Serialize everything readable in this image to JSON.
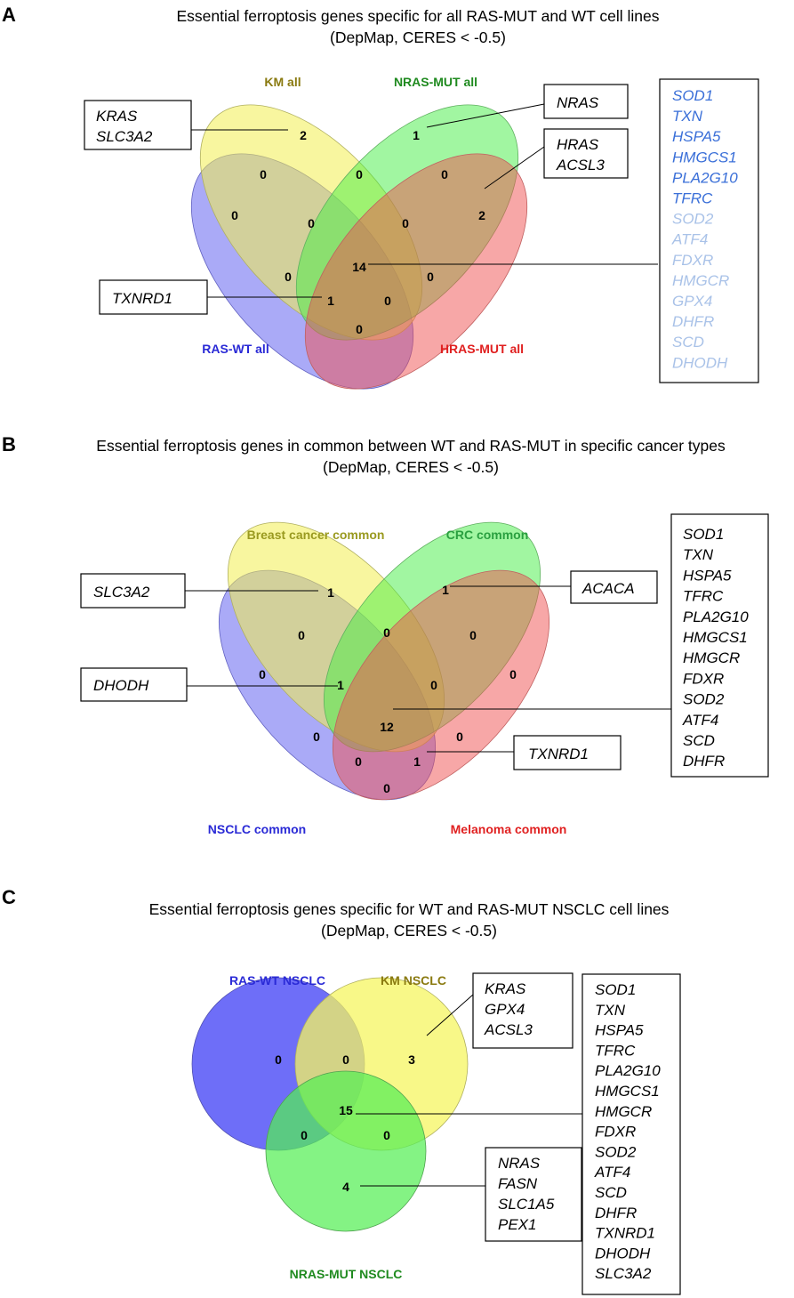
{
  "panels": {
    "A": {
      "letter": "A",
      "title": [
        "Essential ferroptosis genes specific for all RAS-MUT and WT cell lines",
        "(DepMap, CERES < -0.5)"
      ],
      "sets": {
        "ras_wt": {
          "label": "RAS-WT all",
          "color": "#2a2ad6",
          "fill": "#6f6ff0"
        },
        "km": {
          "label": "KM all",
          "color": "#8a7a10",
          "fill": "#f5f060"
        },
        "nras": {
          "label": "NRAS-MUT all",
          "color": "#1f8a1f",
          "fill": "#5cf05c"
        },
        "hras": {
          "label": "HRAS-MUT all",
          "color": "#e02020",
          "fill": "#f06a6a"
        }
      },
      "counts": {
        "ras_wt_only": "0",
        "km_only": "2",
        "nras_only": "1",
        "hras_only": "2",
        "wt_km": "0",
        "km_nras": "0",
        "nras_hras": "0",
        "wt_hras": "0",
        "wt_km_nras": "0",
        "km_nras_hras": "0",
        "wt_nras": "0",
        "km_hras": "0",
        "all_four": "14",
        "wt_nras_hras": "1",
        "wt_km_hras": "0",
        "wt_km_extra": "0"
      },
      "boxes": {
        "kras": [
          "KRAS",
          "SLC3A2"
        ],
        "nras": [
          "NRAS"
        ],
        "hras": [
          "HRAS",
          "ACSL3"
        ],
        "txnrd1": [
          "TXNRD1"
        ],
        "core": [
          "SOD1",
          "TXN",
          "HSPA5",
          "HMGCS1",
          "PLA2G10",
          "TFRC",
          "SOD2",
          "ATF4",
          "FDXR",
          "HMGCR",
          "GPX4",
          "DHFR",
          "SCD",
          "DHODH"
        ]
      },
      "core_colors": {
        "dark": "#3a6fd8",
        "light": "#a9c2e8"
      }
    },
    "B": {
      "letter": "B",
      "title": [
        "Essential ferroptosis genes in common between WT and RAS-MUT in specific cancer types",
        "(DepMap, CERES < -0.5)"
      ],
      "sets": {
        "nsclc": {
          "label": "NSCLC common",
          "color": "#2a2ad6"
        },
        "breast": {
          "label": "Breast cancer common",
          "color": "#9a9a20"
        },
        "crc": {
          "label": "CRC common",
          "color": "#2aa040"
        },
        "melanoma": {
          "label": "Melanoma common",
          "color": "#e02020"
        }
      },
      "counts": [
        "0",
        "1",
        "1",
        "0",
        "0",
        "0",
        "0",
        "1",
        "0",
        "0",
        "12",
        "0",
        "0",
        "1",
        "0"
      ],
      "boxes": {
        "slc3a2": [
          "SLC3A2"
        ],
        "acaca": [
          "ACACA"
        ],
        "dhodh": [
          "DHODH"
        ],
        "txnrd1": [
          "TXNRD1"
        ],
        "core": [
          "SOD1",
          "TXN",
          "HSPA5",
          "TFRC",
          "PLA2G10",
          "HMGCS1",
          "HMGCR",
          "FDXR",
          "SOD2",
          "ATF4",
          "SCD",
          "DHFR"
        ]
      }
    },
    "C": {
      "letter": "C",
      "title": [
        "Essential ferroptosis genes specific for WT and RAS-MUT NSCLC cell lines",
        "(DepMap, CERES < -0.5)"
      ],
      "sets": {
        "ras_wt": {
          "label": "RAS-WT NSCLC",
          "color": "#2a2ad6"
        },
        "km": {
          "label": "KM NSCLC",
          "color": "#8a7a10"
        },
        "nras": {
          "label": "NRAS-MUT NSCLC",
          "color": "#1f8a1f"
        }
      },
      "counts": [
        "0",
        "0",
        "3",
        "15",
        "0",
        "0",
        "4"
      ],
      "boxes": {
        "kras": [
          "KRAS",
          "GPX4",
          "ACSL3"
        ],
        "nras": [
          "NRAS",
          "FASN",
          "SLC1A5",
          "PEX1"
        ],
        "core": [
          "SOD1",
          "TXN",
          "HSPA5",
          "TFRC",
          "PLA2G10",
          "HMGCS1",
          "HMGCR",
          "FDXR",
          "SOD2",
          "ATF4",
          "SCD",
          "DHFR",
          "TXNRD1",
          "DHODH",
          "SLC3A2"
        ]
      }
    }
  }
}
